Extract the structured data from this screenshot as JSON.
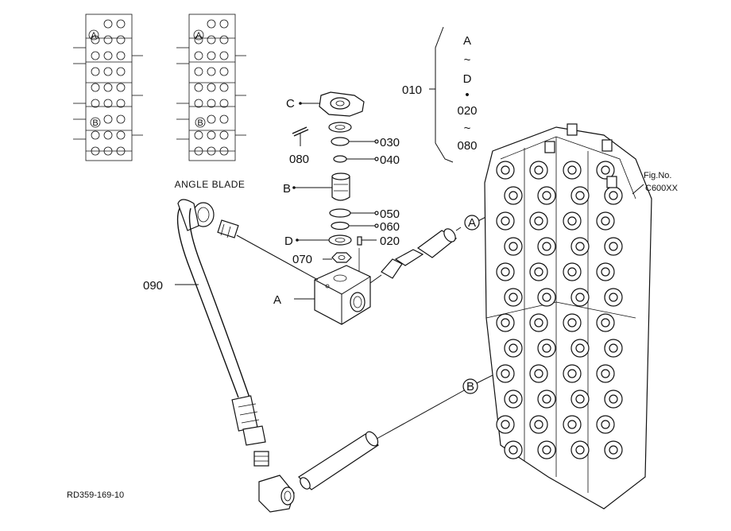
{
  "labels": {
    "angle_blade": "ANGLE BLADE",
    "callout_a": "A",
    "callout_b": "B",
    "callout_c": "C",
    "callout_d": "D",
    "range_a": "A",
    "range_d": "D",
    "range_020": "020",
    "range_080": "080",
    "tilde": "~",
    "dot": "•",
    "fig_no": "Fig.No.",
    "fig_code": "C600XX",
    "drawing_ref": "RD359-169-10"
  },
  "part_numbers": {
    "p010": "010",
    "p020": "020",
    "p030": "030",
    "p040": "040",
    "p050": "050",
    "p060": "060",
    "p070": "070",
    "p080": "080",
    "p090": "090"
  },
  "connectors": {
    "circle_a": "A",
    "circle_b": "B"
  },
  "colors": {
    "line": "#111111",
    "background": "#ffffff"
  }
}
